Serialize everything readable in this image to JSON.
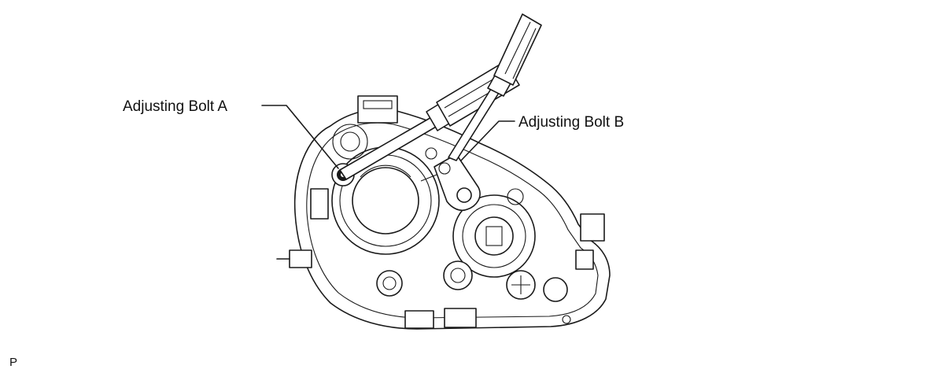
{
  "labels": {
    "bolt_a": "Adjusting Bolt A",
    "bolt_b": "Adjusting Bolt B",
    "code": "P"
  },
  "colors": {
    "line": "#1a1a1a",
    "background": "#ffffff"
  }
}
